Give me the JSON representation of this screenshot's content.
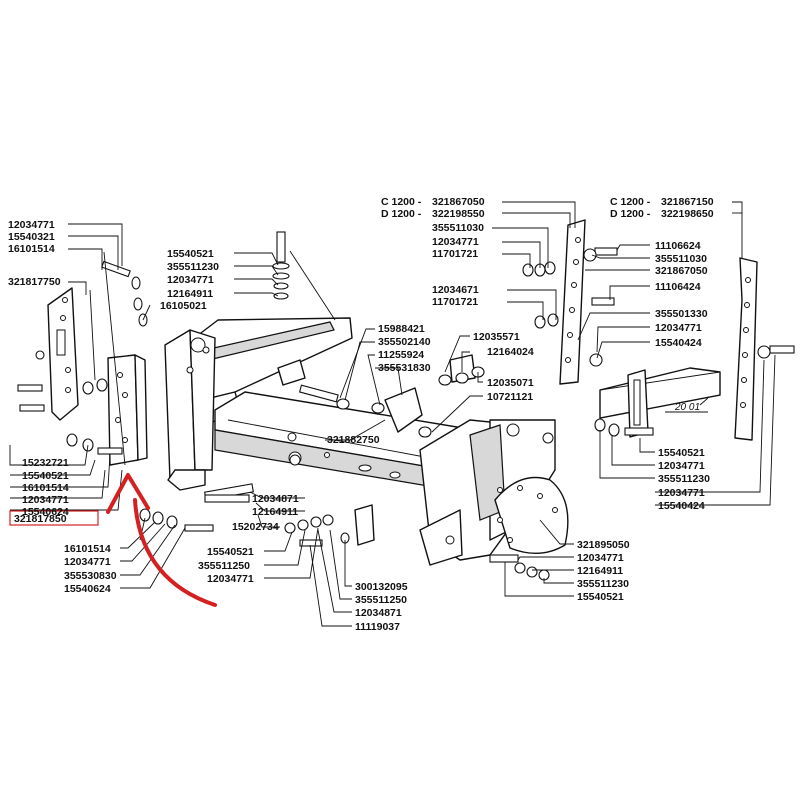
{
  "header": {
    "c_prefix": "C 1200 -",
    "d_prefix": "D 1200 -",
    "left_c": "321867050",
    "left_d": "322198550",
    "right_c": "321867150",
    "right_d": "322198650"
  },
  "ref_label": "20 01",
  "highlighted_part": "321817850",
  "labels": {
    "l01": "12034771",
    "l02": "15540321",
    "l03": "16101514",
    "l04": "321817750",
    "l05": "15232721",
    "l06": "15540521",
    "l07": "16101514",
    "l08": "12034771",
    "l09": "15540624",
    "l10": "321817850",
    "l11": "16101514",
    "l12": "12034771",
    "l13": "355530830",
    "l14": "15540624",
    "l15": "15540521",
    "l16": "355511230",
    "l17": "12034771",
    "l18": "12164911",
    "l19": "16105021",
    "l20": "12034871",
    "l21": "12164911",
    "l22": "15202734",
    "l23": "15540521",
    "l24": "355511250",
    "l25": "12034771",
    "l26": "15988421",
    "l27": "355502140",
    "l28": "11255924",
    "l29": "355531830",
    "l30": "321882750",
    "l31": "12035571",
    "l32": "12164024",
    "l33": "12035071",
    "l34": "10721121",
    "l35": "300132095",
    "l36": "355511250",
    "l37": "12034871",
    "l38": "11119037",
    "l39": "355511030",
    "l40": "12034771",
    "l41": "11701721",
    "l42": "12034671",
    "l43": "11701721",
    "l44": "11106624",
    "l45": "355511030",
    "l46": "321867050",
    "l47": "11106424",
    "l48": "355501330",
    "l49": "12034771",
    "l50": "15540424",
    "l51": "15540521",
    "l52": "12034771",
    "l53": "355511230",
    "l54": "12034771",
    "l55": "15540424",
    "l56": "321895050",
    "l57": "12034771",
    "l58": "12164911",
    "l59": "355511230",
    "l60": "15540521"
  }
}
